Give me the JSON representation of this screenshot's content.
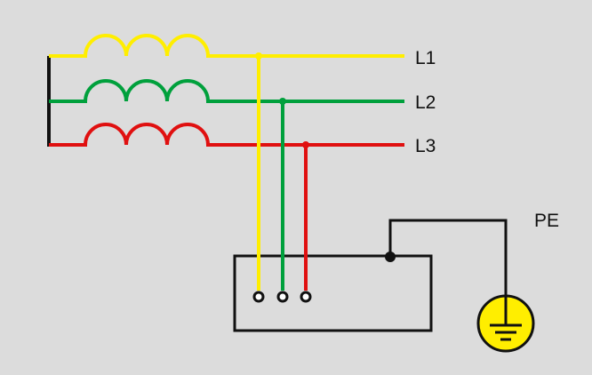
{
  "colors": {
    "background": "#dcdcdc",
    "phase1": "#ffee00",
    "phase2": "#00a03c",
    "phase3": "#e01010",
    "wire": "#111111",
    "ground_symbol": "#ffee00"
  },
  "labels": {
    "l1": "L1",
    "l2": "L2",
    "l3": "L3",
    "pe": "PE"
  },
  "icons": {
    "ground": "earth-ground-icon"
  }
}
